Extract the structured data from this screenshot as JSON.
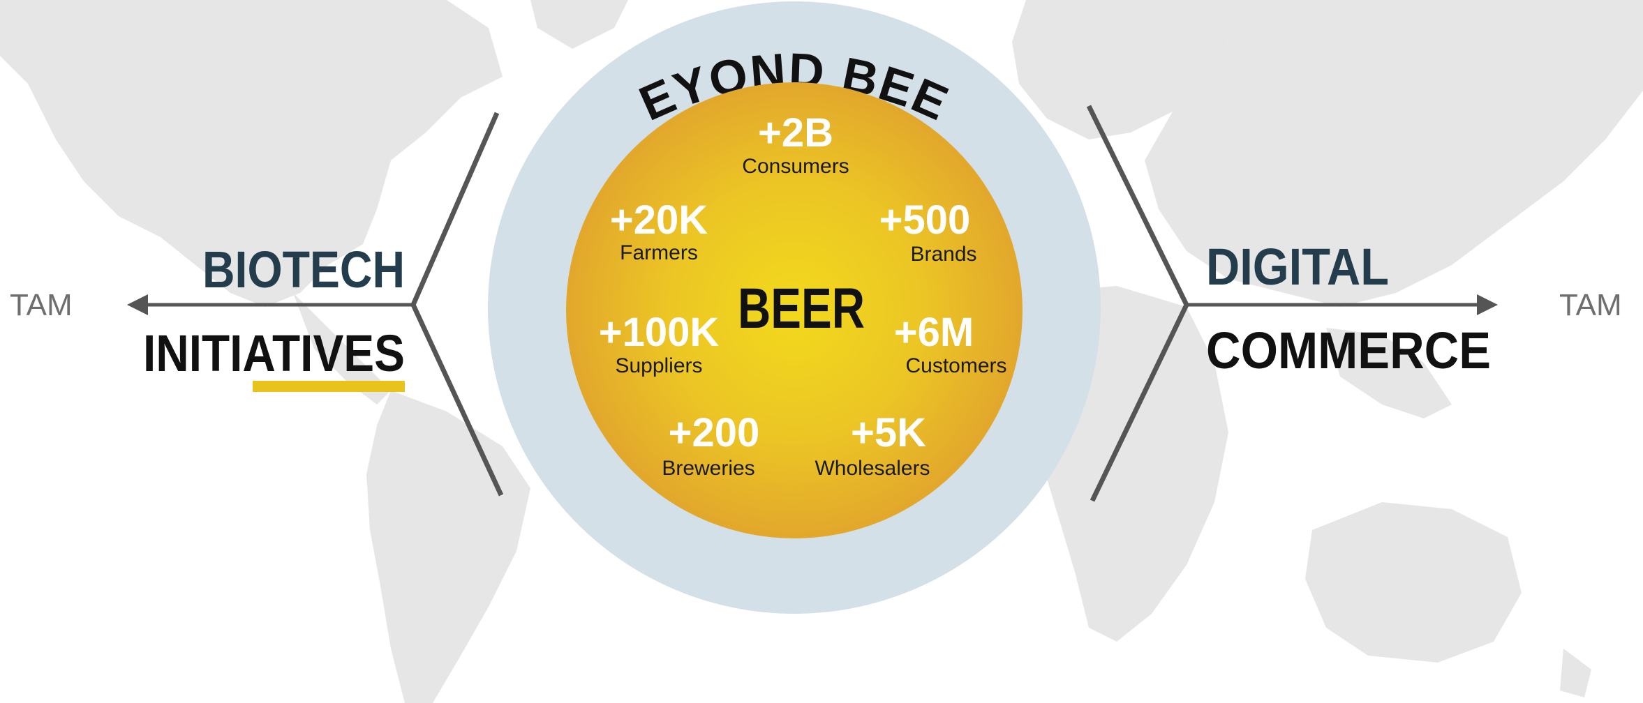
{
  "colors": {
    "background": "#ffffff",
    "map": "#e6e6e6",
    "outer_ring": "#d3e0e8",
    "core_center": "#f2d91c",
    "core_edge": "#e2a72c",
    "dark_slate": "#243d4d",
    "black": "#111111",
    "arrow": "#555555",
    "underline": "#e8c31c",
    "tam_gray": "#6e6e6e"
  },
  "center": {
    "ring_title": "BEYOND BEER",
    "core_title": "BEER",
    "stats": [
      {
        "value": "+2B",
        "label": "Consumers"
      },
      {
        "value": "+20K",
        "label": "Farmers"
      },
      {
        "value": "+500",
        "label": "Brands"
      },
      {
        "value": "+100K",
        "label": "Suppliers"
      },
      {
        "value": "+6M",
        "label": "Customers"
      },
      {
        "value": "+200",
        "label": "Breweries"
      },
      {
        "value": "+5K",
        "label": "Wholesalers"
      }
    ]
  },
  "left": {
    "title_top": "BIOTECH",
    "title_bottom": "INITIATIVES",
    "tam": "TAM"
  },
  "right": {
    "title_top": "DIGITAL",
    "title_bottom": "COMMERCE",
    "tam": "TAM"
  }
}
